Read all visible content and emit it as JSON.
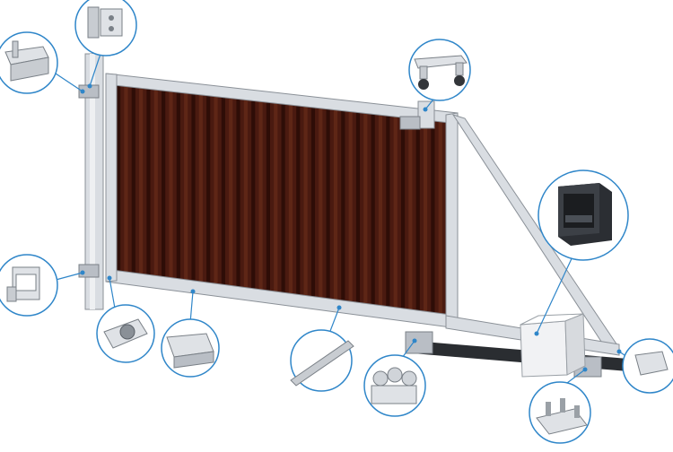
{
  "diagram": {
    "kind": "sliding-gate-assembly",
    "sheet_color": "#4a1a10",
    "frame_color": "#d9dde2",
    "callout_color": "#2f86c9",
    "callouts": [
      {
        "id": "top-bracket",
        "icon": "post-mount-bracket-icon"
      },
      {
        "id": "left-bracket",
        "icon": "wall-bracket-icon"
      },
      {
        "id": "top-guide-rollers",
        "icon": "top-guide-roller-icon"
      },
      {
        "id": "drive-motor",
        "icon": "gate-motor-icon"
      },
      {
        "id": "lower-catcher",
        "icon": "lower-catcher-icon"
      },
      {
        "id": "end-roller",
        "icon": "end-roller-icon"
      },
      {
        "id": "guide-profile",
        "icon": "guide-rail-profile-icon"
      },
      {
        "id": "gear-rack",
        "icon": "gear-rack-icon"
      },
      {
        "id": "roller-carriage",
        "icon": "roller-carriage-icon"
      },
      {
        "id": "end-cap",
        "icon": "end-cap-icon"
      },
      {
        "id": "base-plate",
        "icon": "base-plate-icon"
      }
    ]
  }
}
